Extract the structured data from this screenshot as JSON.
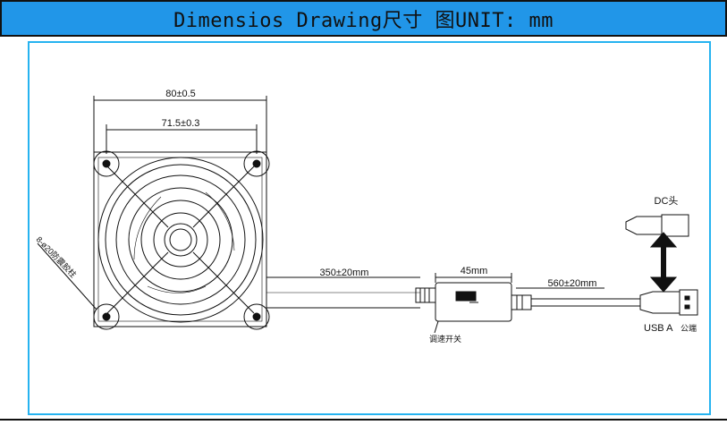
{
  "title": {
    "text": "Dimensios Drawing尺寸 图UNIT: mm"
  },
  "labels": {
    "outer_width": "80±0.5",
    "hole_spacing": "71.5±0.3",
    "rubber_pins": "8-ø20防震胶柱",
    "cable_fan_to_switch": "350±20mm",
    "switch_length": "45mm",
    "cable_switch_to_usb": "560±20mm",
    "dc_head": "DC头",
    "speed_switch": "调速开关",
    "usb_male": "USB A",
    "usb_male_suffix": "公端"
  },
  "colors": {
    "title_bg": "#2196e8",
    "frame": "#26b3f0",
    "line": "#111111"
  }
}
